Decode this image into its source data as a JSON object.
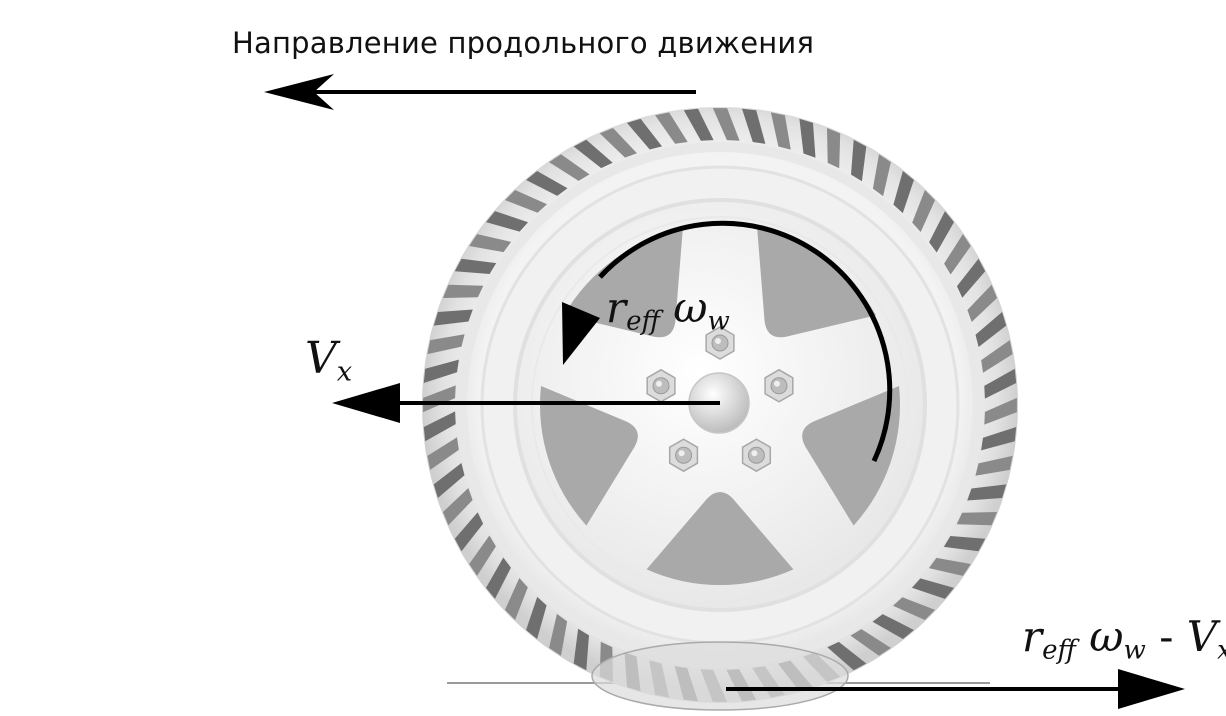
{
  "caption": "Направление продольного движения",
  "labels": {
    "omega_term": {
      "r": "r",
      "r_sub": "eff",
      "omega": "ω",
      "omega_sub": "w"
    },
    "velocity": {
      "v": "V",
      "v_sub": "x"
    },
    "slip_term": {
      "r": "r",
      "r_sub": "eff",
      "omega": "ω",
      "omega_sub": "w",
      "minus": " - ",
      "v": "V",
      "v_sub": "x"
    }
  },
  "colors": {
    "arrow": "#000000",
    "tire": "#e6e6e6",
    "tread": "#6e6e6e",
    "rim": "#f4f4f4",
    "spoke_window": "#a9a9a9",
    "ground": "#9a9a9a",
    "contact_patch": "#dcdcdc"
  },
  "icons": {
    "direction_arrow": "arrow-left-icon",
    "velocity_arrow": "arrow-left-icon",
    "rotation_arrow": "curved-arrow-counterclockwise-icon",
    "slip_arrow": "arrow-right-icon",
    "wheel": "wheel-icon",
    "lug_nut": "hex-nut-icon"
  }
}
